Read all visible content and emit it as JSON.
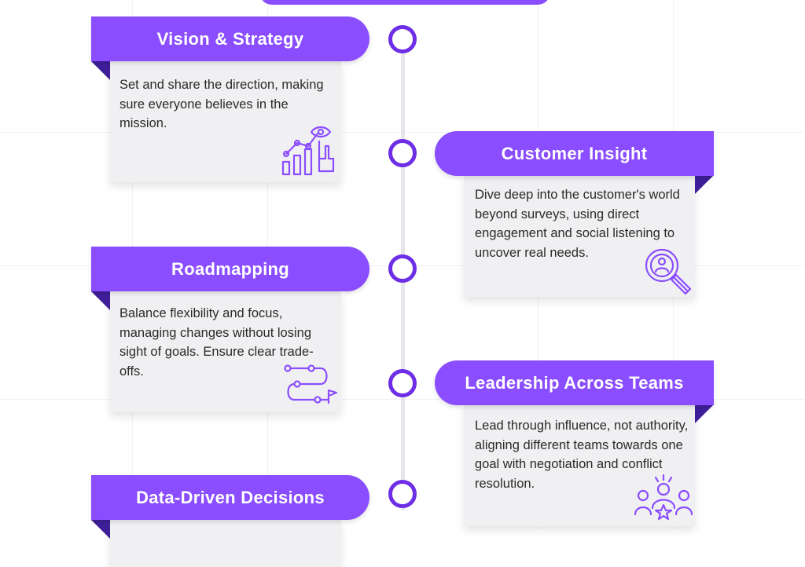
{
  "colors": {
    "accent": "#8a4dff",
    "accent_dark": "#6d2ee6",
    "fold": "#3f1f99",
    "card_bg": "#f0f0f2",
    "text": "#2a2a2a"
  },
  "steps": [
    {
      "title": "Vision & Strategy",
      "description": "Set and share the direction, making sure everyone believes in the mission.",
      "icon": "growth-eye-icon"
    },
    {
      "title": "Customer Insight",
      "description": "Dive deep into the customer's world beyond surveys, using direct engagement and social listening to uncover real needs.",
      "icon": "customer-search-icon"
    },
    {
      "title": "Roadmapping",
      "description": "Balance flexibility and focus, managing changes without losing sight of goals. Ensure clear trade-offs.",
      "icon": "roadmap-path-icon"
    },
    {
      "title": "Leadership Across Teams",
      "description": "Lead through influence, not authority, aligning different teams towards one goal with negotiation and conflict resolution.",
      "icon": "team-star-icon"
    },
    {
      "title": "Data-Driven Decisions",
      "description": "",
      "icon": ""
    }
  ]
}
